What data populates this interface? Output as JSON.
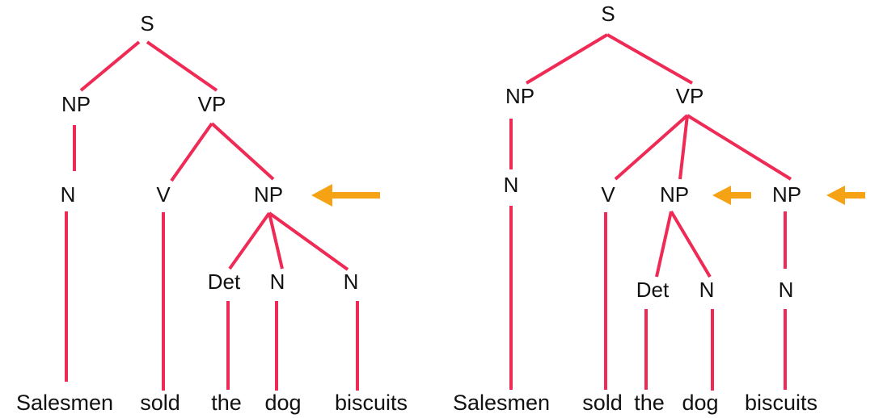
{
  "colors": {
    "edge": "#ee2a55",
    "arrow": "#f5a214",
    "text": "#111111",
    "background": "#ffffff"
  },
  "trees": [
    {
      "id": "left",
      "nodes": {
        "S": "S",
        "NP1": "NP",
        "VP": "VP",
        "N1": "N",
        "V": "V",
        "NP2": "NP",
        "Det": "Det",
        "N2": "N",
        "N3": "N"
      },
      "words": [
        "Salesmen",
        "sold",
        "the",
        "dog",
        "biscuits"
      ],
      "highlighted": [
        "NP2"
      ]
    },
    {
      "id": "right",
      "nodes": {
        "S": "S",
        "NP1": "NP",
        "VP": "VP",
        "N1": "N",
        "V": "V",
        "NP2": "NP",
        "NP3": "NP",
        "Det": "Det",
        "N2": "N",
        "N3": "N"
      },
      "words": [
        "Salesmen",
        "sold",
        "the",
        "dog",
        "biscuits"
      ],
      "highlighted": [
        "NP2",
        "NP3"
      ]
    }
  ]
}
